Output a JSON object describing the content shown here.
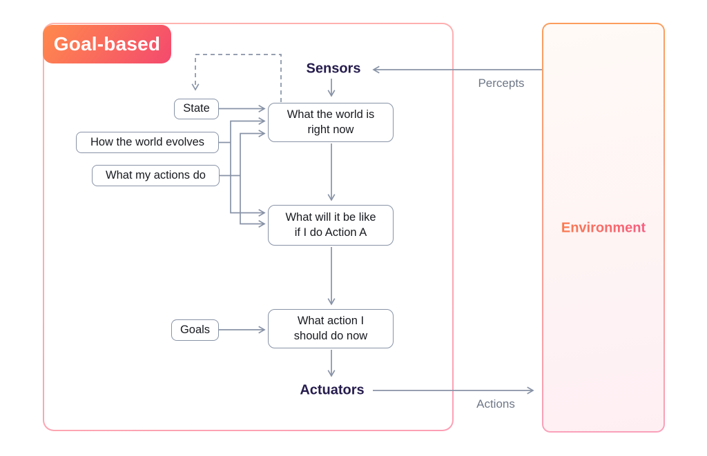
{
  "badge": {
    "label": "Goal-based"
  },
  "environment": {
    "label": "Environment"
  },
  "io": {
    "sensors": "Sensors",
    "actuators": "Actuators"
  },
  "flow_labels": {
    "percepts": "Percepts",
    "actions": "Actions"
  },
  "nodes": {
    "state": "State",
    "world_evolves": "How the world evolves",
    "actions_do": "What my actions do",
    "world_now": "What the world is\nright now",
    "prediction": "What will it be like\nif I do Action A",
    "decision": "What action I\nshould do now",
    "goals": "Goals"
  },
  "colors": {
    "badge_gradient_start": "#ff8a4c",
    "badge_gradient_end": "#f4496e",
    "agent_border_top": "#ffb4ae",
    "agent_border_bottom": "#fc9fb4",
    "env_border_start": "#fb9d5c",
    "env_border_end": "#f9a0ba",
    "env_text_start": "#f97a4e",
    "env_text_end": "#f75d80",
    "line": "#8792a6",
    "io_text": "#261c4d",
    "flow_label_text": "#6e7787",
    "node_text": "#17191e"
  }
}
